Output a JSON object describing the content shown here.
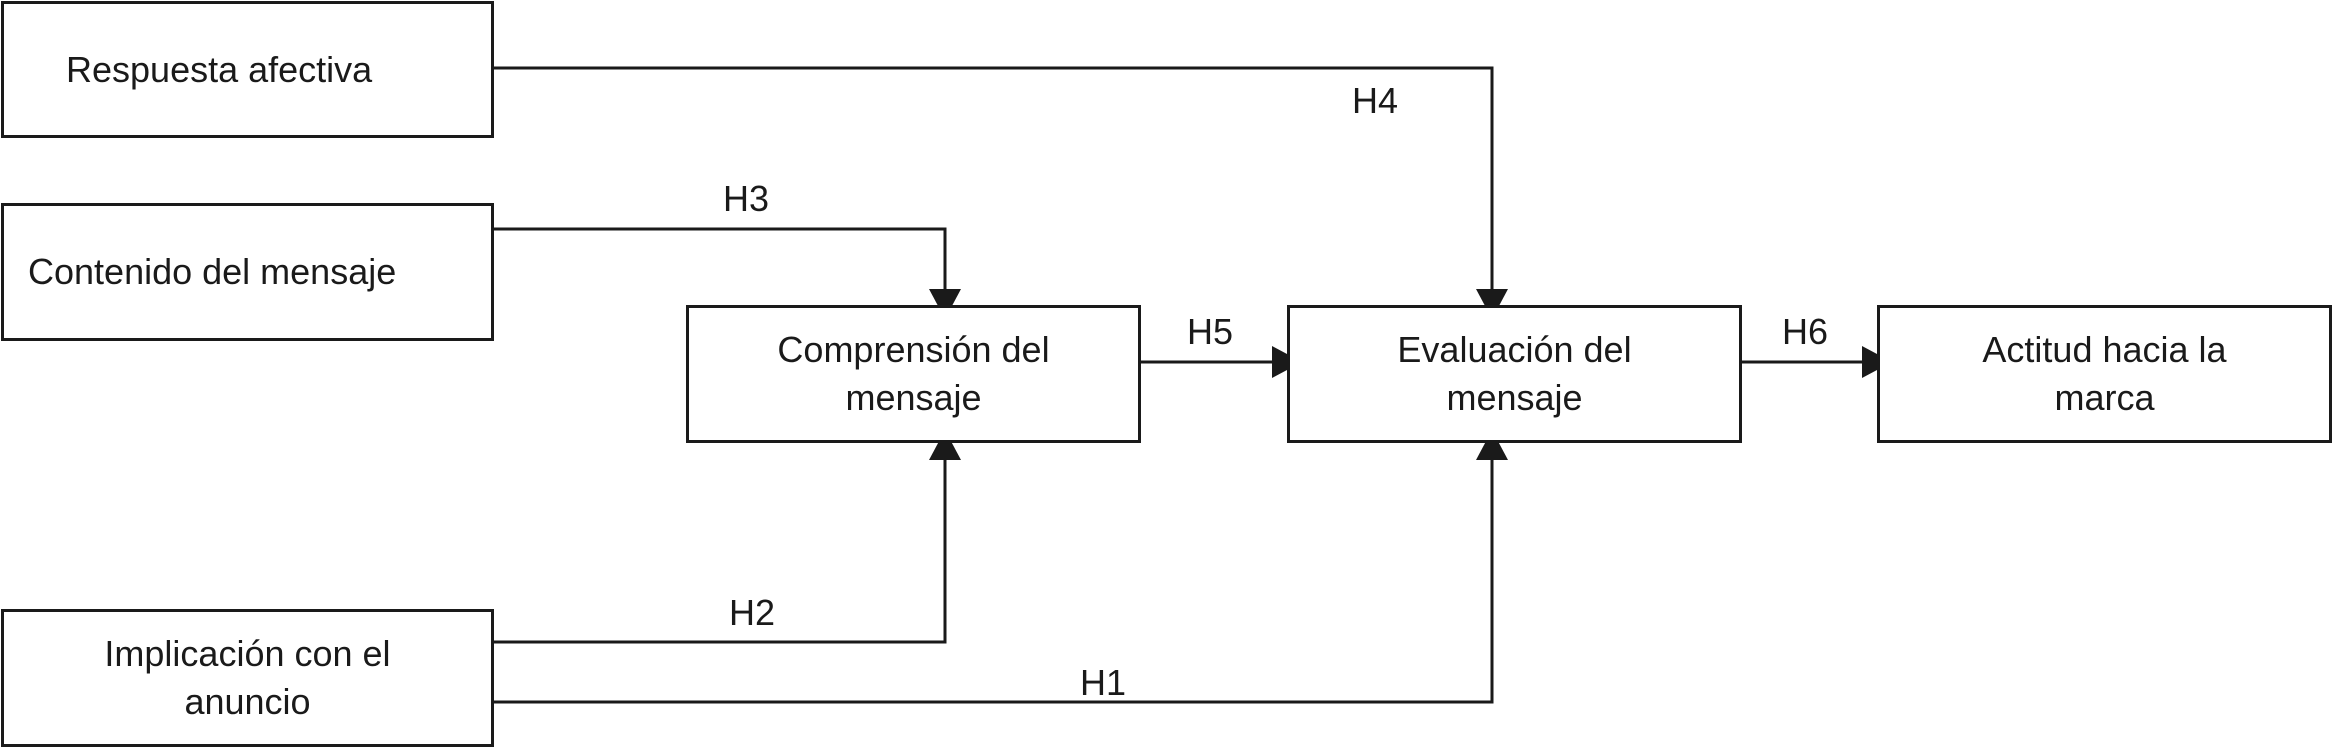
{
  "nodes": {
    "respuesta": "Respuesta afectiva",
    "contenido": "Contenido del mensaje",
    "implicacion": "Implicación con el anuncio",
    "comprension": "Comprensión del mensaje",
    "evaluacion": "Evaluación del mensaje",
    "actitud": "Actitud hacia la marca"
  },
  "edges": [
    {
      "id": "h1",
      "label": "H1",
      "from": "implicacion",
      "to": "evaluacion"
    },
    {
      "id": "h2",
      "label": "H2",
      "from": "implicacion",
      "to": "comprension"
    },
    {
      "id": "h3",
      "label": "H3",
      "from": "contenido",
      "to": "comprension"
    },
    {
      "id": "h4",
      "label": "H4",
      "from": "respuesta",
      "to": "evaluacion"
    },
    {
      "id": "h5",
      "label": "H5",
      "from": "comprension",
      "to": "evaluacion"
    },
    {
      "id": "h6",
      "label": "H6",
      "from": "evaluacion",
      "to": "actitud"
    }
  ]
}
